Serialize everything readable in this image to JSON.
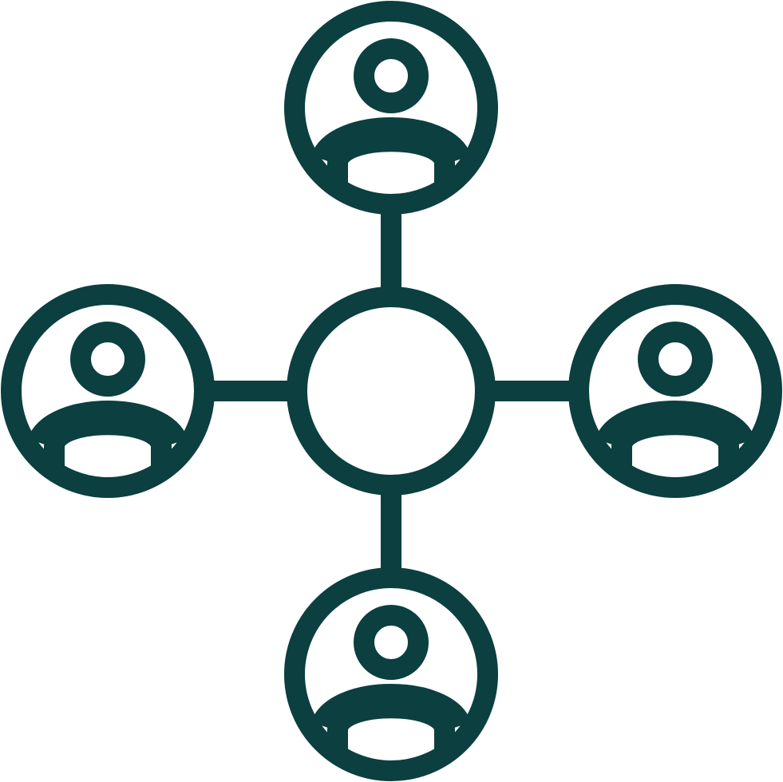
{
  "icon": {
    "name": "user-network-icon",
    "stroke_color": "#0c3f3f",
    "background_color": "#ffffff",
    "center_node": "hub-circle",
    "user_nodes": [
      "user-node-top",
      "user-node-left",
      "user-node-right",
      "user-node-bottom"
    ]
  }
}
